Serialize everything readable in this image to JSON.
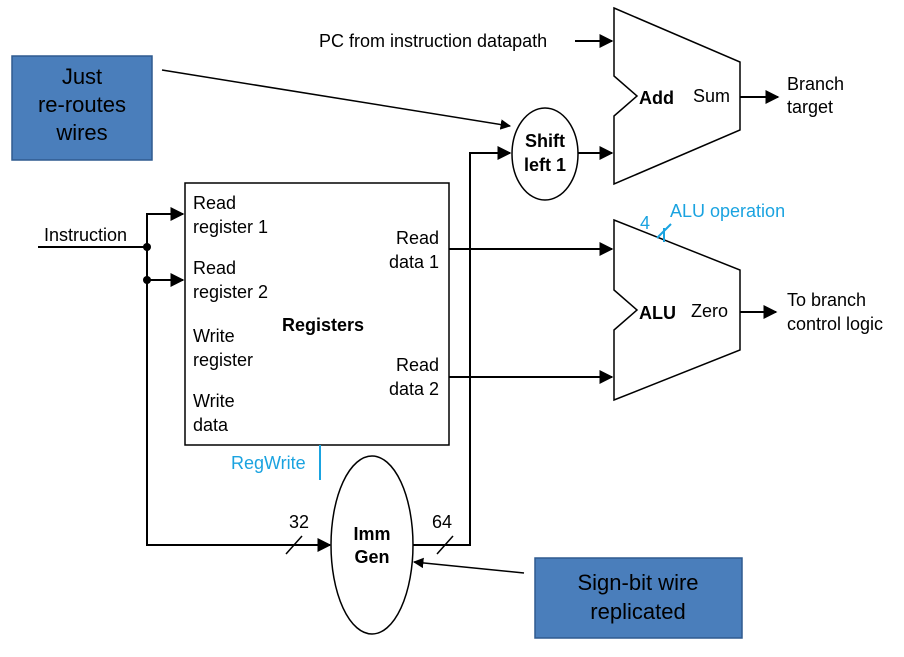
{
  "colors": {
    "note_fill": "#4a7ebb",
    "control_line": "#1aa3e0"
  },
  "notes": {
    "wires": [
      "Just",
      "re-routes",
      "wires"
    ],
    "sign_bit": [
      "Sign-bit wire",
      "replicated"
    ]
  },
  "inputs": {
    "pc": "PC from instruction datapath",
    "instruction": "Instruction"
  },
  "shift_unit": [
    "Shift",
    "left 1"
  ],
  "adder": {
    "name": "Add",
    "output": "Sum",
    "destination": [
      "Branch",
      "target"
    ]
  },
  "alu": {
    "name": "ALU",
    "output": "Zero",
    "destination": [
      "To branch",
      "control logic"
    ],
    "control_label": "ALU operation",
    "control_width": "4"
  },
  "registers": {
    "name": "Registers",
    "in_ports": [
      [
        "Read",
        "register 1"
      ],
      [
        "Read",
        "register 2"
      ],
      [
        "Write",
        "register"
      ],
      [
        "Write",
        "data"
      ]
    ],
    "out_ports": [
      [
        "Read",
        "data 1"
      ],
      [
        "Read",
        "data 2"
      ]
    ],
    "control": "RegWrite"
  },
  "imm_gen": {
    "name": [
      "Imm",
      "Gen"
    ],
    "input_width": "32",
    "output_width": "64"
  }
}
